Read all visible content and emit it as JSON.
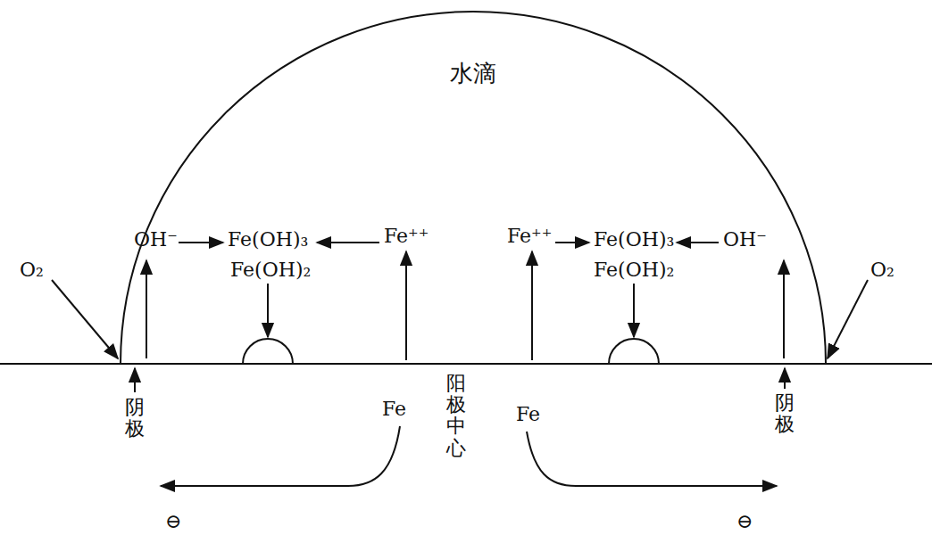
{
  "diagram": {
    "nodes": [
      {
        "text": [
          "水滴"
        ]
      }
    ],
    "labels": [
      "O₂",
      "OH⁻",
      "Fe(OH)₃",
      "Fe(OH)₂",
      "Fe⁺⁺",
      "Fe⁺⁺",
      "Fe(OH)₃",
      "Fe(OH)₂",
      "OH⁻",
      "O₂",
      "阴极",
      "Fe",
      "阳极中心",
      "Fe",
      "阴极",
      "⊖",
      "⊖"
    ]
  }
}
